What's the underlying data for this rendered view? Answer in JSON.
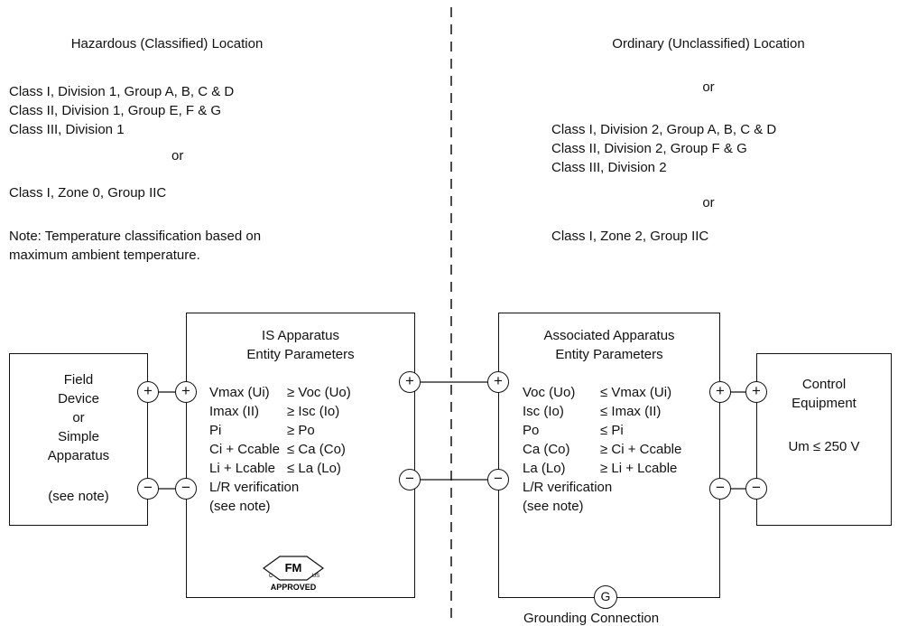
{
  "hazardous": {
    "title": "Hazardous (Classified) Location",
    "lines1": [
      "Class I, Division 1, Group A, B, C & D",
      "Class II, Division 1, Group E, F & G",
      "Class III, Division 1"
    ],
    "or": "or",
    "zone": "Class I, Zone 0, Group IIC",
    "note": [
      "Note: Temperature classification based on",
      "maximum ambient temperature."
    ]
  },
  "ordinary": {
    "title": "Ordinary (Unclassified) Location",
    "or1": "or",
    "lines": [
      "Class I, Division 2, Group A, B, C & D",
      "Class II, Division 2, Group F & G",
      "Class III, Division 2"
    ],
    "or2": "or",
    "zone": "Class I, Zone 2, Group IIC"
  },
  "field_device": {
    "lines": [
      "Field",
      "Device",
      "or",
      "Simple",
      "Apparatus"
    ],
    "note": "(see note)"
  },
  "is_apparatus": {
    "title": [
      "IS Apparatus",
      "Entity Parameters"
    ],
    "rows": [
      [
        "Vmax (Ui)",
        "≥ Voc (Uo)"
      ],
      [
        "Imax (II)",
        "≥ Isc (Io)"
      ],
      [
        "Pi",
        "≥ Po"
      ],
      [
        "Ci + Ccable",
        "≤ Ca (Co)"
      ],
      [
        "Li + Lcable",
        "≤ La (Lo)"
      ]
    ],
    "verification": "L/R verification",
    "note": "(see note)",
    "logo": {
      "text": "FM",
      "left": "C",
      "right": "US",
      "approved": "APPROVED"
    }
  },
  "associated_apparatus": {
    "title": [
      "Associated Apparatus",
      "Entity Parameters"
    ],
    "rows": [
      [
        "Voc (Uo)",
        "≤ Vmax (Ui)"
      ],
      [
        "Isc (Io)",
        "≤ Imax (II)"
      ],
      [
        "Po",
        "≤ Pi"
      ],
      [
        "Ca (Co)",
        "≥ Ci + Ccable"
      ],
      [
        "La (Lo)",
        "≥ Li + Lcable"
      ]
    ],
    "verification": "L/R verification",
    "note": "(see note)"
  },
  "control_equipment": {
    "lines": [
      "Control",
      "Equipment"
    ],
    "rating": "Um ≤ 250 V"
  },
  "terminals": {
    "plus": "+",
    "minus": "−",
    "ground": "G"
  },
  "grounding_label": "Grounding Connection"
}
